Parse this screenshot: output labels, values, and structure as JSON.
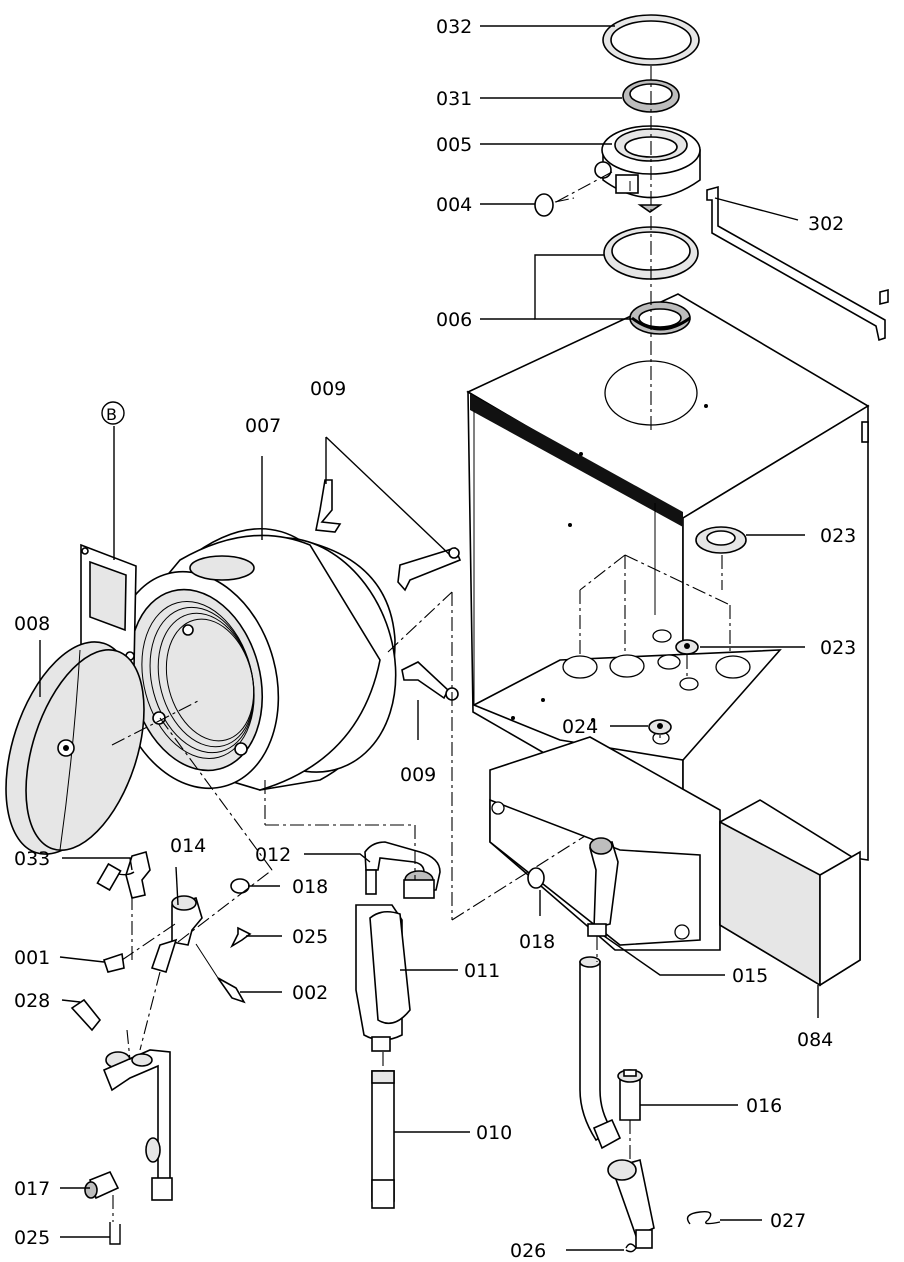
{
  "callouts": {
    "p032": "032",
    "p031": "031",
    "p005": "005",
    "p004": "004",
    "p302": "302",
    "p006": "006",
    "p009a": "009",
    "pB": "B",
    "p007": "007",
    "p023a": "023",
    "p023b": "023",
    "p008": "008",
    "p024": "024",
    "p009b": "009",
    "p033": "033",
    "p014": "014",
    "p012": "012",
    "p018a": "018",
    "p018b": "018",
    "p001": "001",
    "p025a": "025",
    "p011": "011",
    "p015": "015",
    "p002": "002",
    "p084": "084",
    "p028": "028",
    "p016": "016",
    "p010": "010",
    "p017": "017",
    "p027": "027",
    "p025b": "025",
    "p026": "026"
  }
}
